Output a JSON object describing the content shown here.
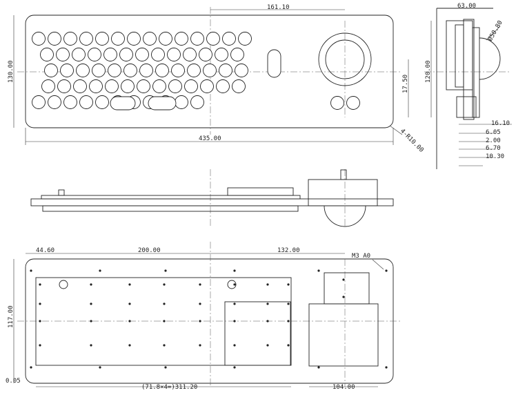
{
  "dimensions": {
    "top_width_pitch": "161.10",
    "overall_height": "130.00",
    "ball_height": "17.50",
    "overall_width": "435.00",
    "corner_radius": "4-R10.00",
    "side_depth": "63.00",
    "side_height": "120.00",
    "ball_diameter": "Ø50.80",
    "d1": "16.10",
    "d2": "6.05",
    "d3": "2.00",
    "d4": "6.70",
    "d5": "10.30",
    "bottom_left_offset": "44.60",
    "bottom_span_a": "200.00",
    "bottom_span_b": "132.00",
    "hole_note": "M3 A0",
    "bottom_height": "117.00",
    "bottom_edge": "0.05",
    "bottom_pattern": "(71.8×4=)311.20",
    "bottom_right_span": "104.00"
  },
  "keyboard": {
    "row_counts": [
      14,
      13,
      13,
      13,
      11
    ],
    "trackball_buttons": 2
  }
}
